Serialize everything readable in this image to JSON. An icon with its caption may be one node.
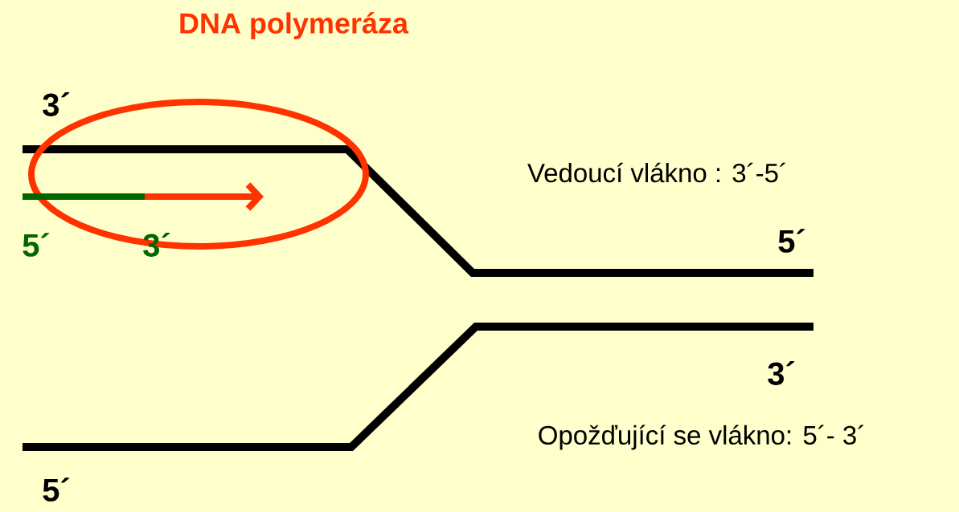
{
  "diagram": {
    "title": "DNA polymeráza",
    "labels": [
      "3´",
      "Vedoucí vlákno : 3´-5´",
      "5´",
      "3´",
      "5´",
      "3´",
      "Opožďující se vlákno: 5´- 3´",
      "5´"
    ]
  }
}
